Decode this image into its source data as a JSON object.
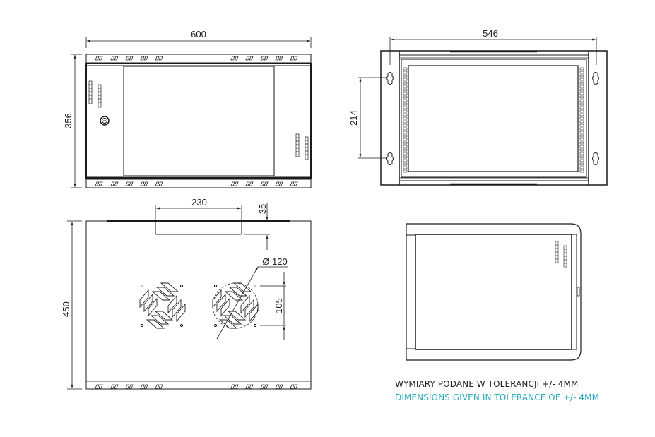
{
  "diagram": {
    "type": "technical-drawing",
    "subject": "wall-mounted rack cabinet",
    "views": {
      "front": {
        "dimensions": {
          "width": "600",
          "height": "356"
        }
      },
      "rear": {
        "dimensions": {
          "mount_width": "546",
          "mount_height": "214"
        }
      },
      "top": {
        "dimensions": {
          "depth": "450",
          "cutout_width": "230",
          "cutout_depth": "35",
          "fan_diameter": "Ø 120",
          "fan_hole_spacing": "105"
        }
      },
      "side": {}
    },
    "notes": {
      "polish": "WYMIARY PODANE W TOLERANCJI +/- 4MM",
      "english": "DIMENSIONS GIVEN IN TOLERANCE OF +/- 4MM"
    },
    "colors": {
      "line": "#1a1a1a",
      "note_polish": "#1e1e1e",
      "note_english": "#2aa9b8",
      "rule": "#bdbdbd"
    }
  }
}
